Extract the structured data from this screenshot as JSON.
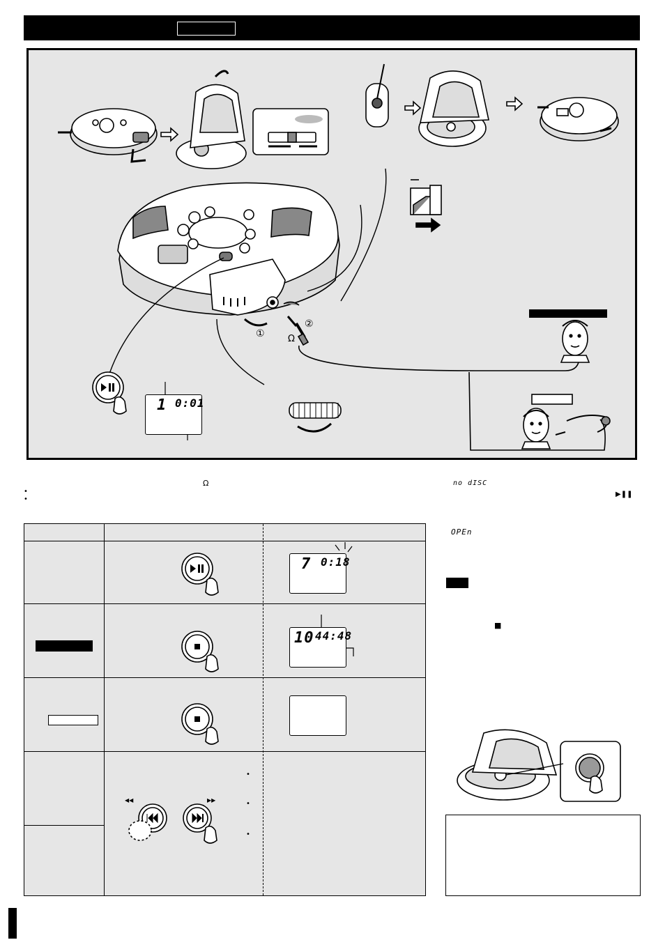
{
  "figure": {
    "callouts": {
      "step_1": "①",
      "step_2": "②",
      "headphone_symbol": "Ω"
    },
    "lcd_main": {
      "track": "1",
      "time": "0:01"
    }
  },
  "notes": {
    "headphone_symbol": "Ω",
    "no_disc_display": "no dISC",
    "bullets": [
      "•",
      "•"
    ],
    "play_pause_symbol": "▶❚❚"
  },
  "table": {
    "rows": [
      {
        "lcd_track": "7",
        "lcd_time": "0:18"
      },
      {
        "lcd_track": "10",
        "lcd_time": "44:48"
      },
      {
        "lcd_track": "",
        "lcd_time": ""
      }
    ],
    "skip_symbols": {
      "rewind": "◀◀",
      "forward": "▶▶"
    },
    "bullets": [
      "•",
      "•",
      "•"
    ]
  },
  "right_column": {
    "open_display": "OPEn",
    "stop_symbol": "■"
  }
}
